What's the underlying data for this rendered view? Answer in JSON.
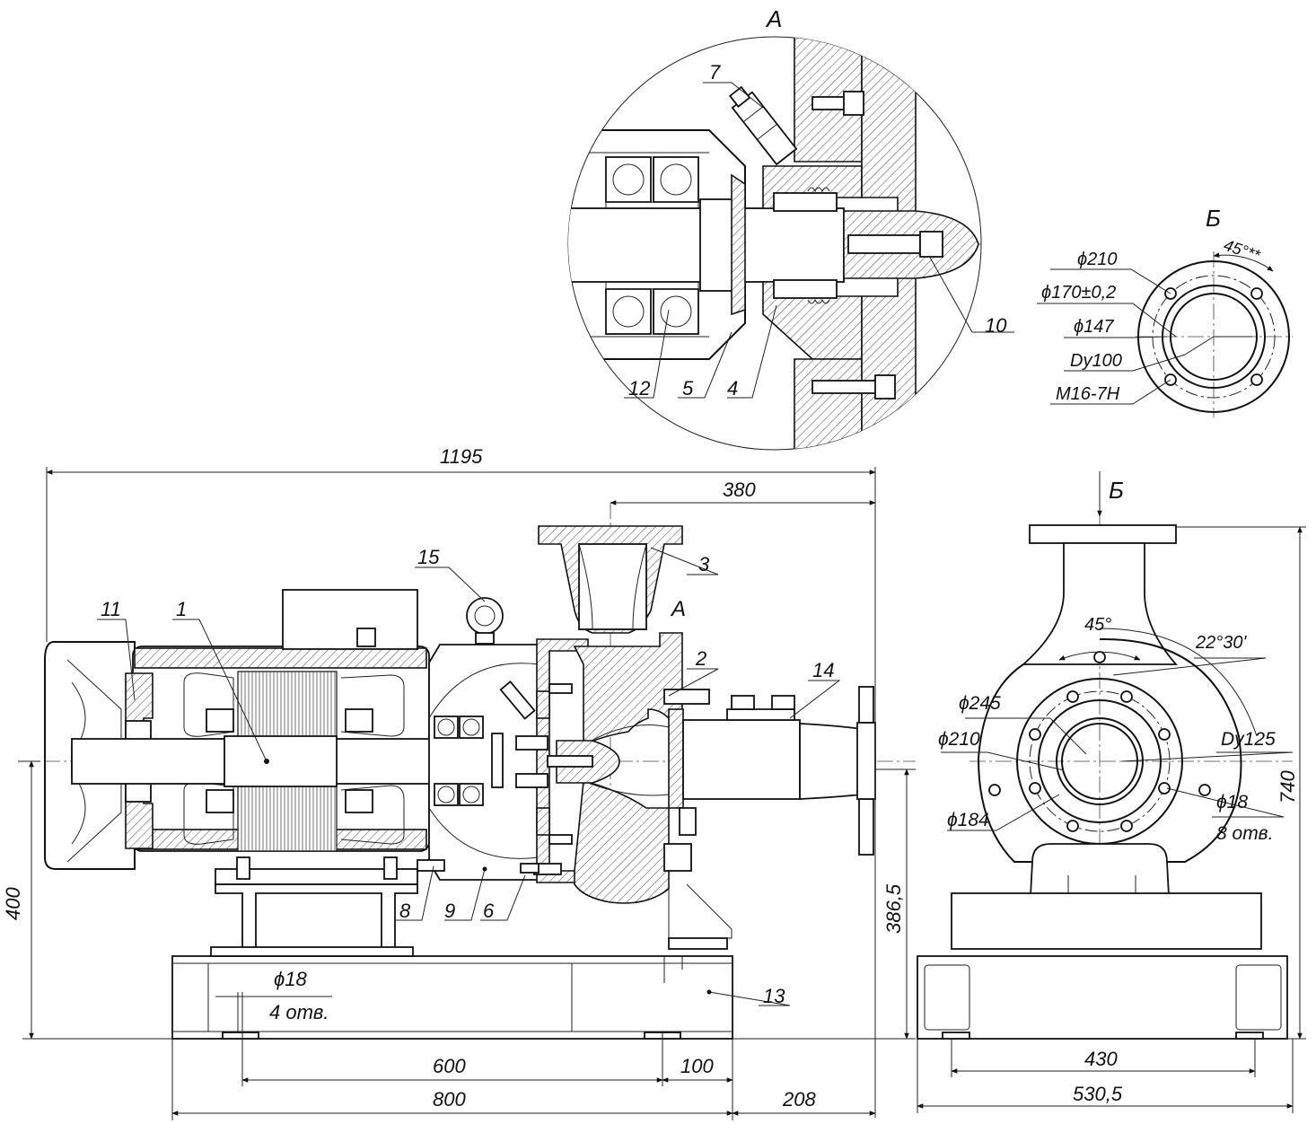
{
  "views": {
    "detail_a": {
      "title": "А"
    },
    "flange_b": {
      "title": "Б"
    },
    "side_view": {
      "arrow_label": "Б"
    },
    "main_view": {
      "section_marker": "А"
    }
  },
  "callouts": [
    "1",
    "2",
    "3",
    "4",
    "5",
    "6",
    "7",
    "8",
    "9",
    "10",
    "11",
    "12",
    "13",
    "14",
    "15"
  ],
  "dimensions": {
    "overall_length": "1195",
    "outlet_offset": "380",
    "total_height_main": "400",
    "axis_height": "386,5",
    "bolt_spacing": "600",
    "edge_spacing": "100",
    "base_length": "800",
    "overhang": "208",
    "anchor_hole": "ϕ18",
    "anchor_hole_count": "4 отв.",
    "side_height": "740",
    "side_base_inner": "430",
    "side_base_outer": "530,5",
    "inlet_flange_od": "ϕ245",
    "inlet_flange_pcd": "ϕ210",
    "inlet_flange_spigot": "ϕ184",
    "inlet_dn": "Dy125",
    "inlet_bolt_hole": "ϕ18",
    "inlet_bolt_count": "8 отв.",
    "inlet_angle_1": "45°",
    "inlet_angle_2": "22°30'",
    "b_flange_od": "ϕ210",
    "b_flange_pcd": "ϕ170±0,2",
    "b_flange_spigot": "ϕ147",
    "b_flange_dn": "Dy100",
    "b_flange_thread": "M16-7H",
    "b_flange_angle": "45°**"
  }
}
